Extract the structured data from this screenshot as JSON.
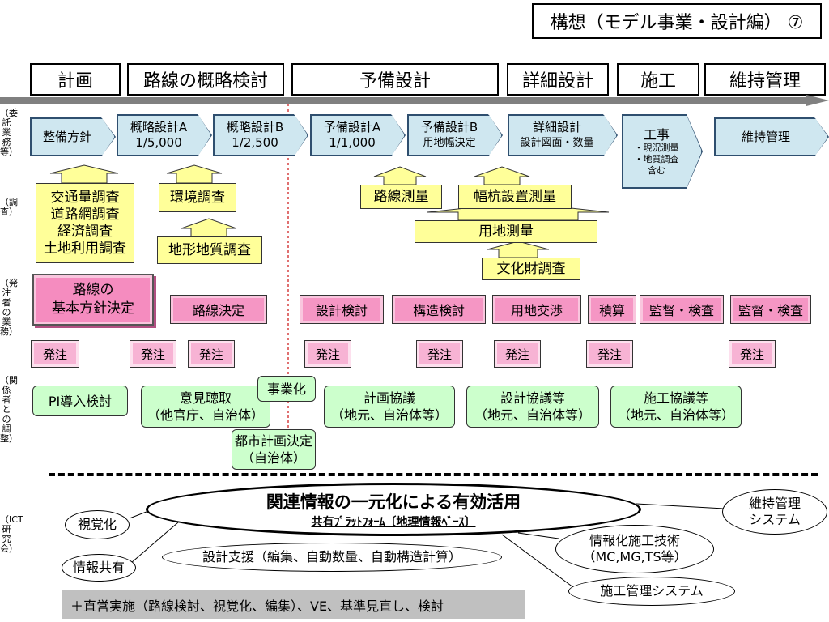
{
  "title": "構想（モデル事業・設計編） ⑦",
  "phases": [
    "計画",
    "路線の概略検討",
    "予備設計",
    "詳細設計",
    "施工",
    "維持管理"
  ],
  "row_labels": {
    "consign": "（委託業務等）",
    "survey": "（調査）",
    "orderer": "（発注者の業務）",
    "stakeholder": "（関係者との調整）",
    "ict": "（ICT研究会）"
  },
  "consign": {
    "seibi": "整備方針",
    "gaiA1": "概略設計A",
    "gaiA2": "1/5,000",
    "gaiB1": "概略設計B",
    "gaiB2": "1/2,500",
    "yoA1": "予備設計A",
    "yoA2": "1/1,000",
    "yoB1": "予備設計B",
    "yoB2": "用地幅決定",
    "sho1": "詳細設計",
    "sho2": "設計図面・数量",
    "koji1": "工事",
    "koji2": "・現況測量",
    "koji3": "・地質調査",
    "koji4": "含む",
    "iji": "維持管理"
  },
  "survey": {
    "traffic1": "交通量調査",
    "traffic2": "道路網調査",
    "traffic3": "経済調査",
    "traffic4": "土地利用調査",
    "env": "環境調査",
    "terrain": "地形地質調査",
    "route_survey": "路線測量",
    "stake": "幅杭設置測量",
    "land": "用地測量",
    "culture": "文化財調査"
  },
  "orderer": {
    "policy1": "路線の",
    "policy2": "基本方針決定",
    "route_decide": "路線決定",
    "design_review": "設計検討",
    "struct_review": "構造検討",
    "land_nego": "用地交渉",
    "estimate": "積算",
    "supervise1": "監督・検査",
    "supervise2": "監督・検査",
    "order_label": "発注"
  },
  "stakeholder": {
    "pi": "PI導入検討",
    "opinion1": "意見聴取",
    "opinion2": "（他官庁、自治体）",
    "project": "事業化",
    "city1": "都市計画決定",
    "city2": "（自治体）",
    "plan1": "計画協議",
    "plan2": "（地元、自治体等）",
    "design1": "設計協議等",
    "design2": "（地元、自治体等）",
    "const1": "施工協議等",
    "const2": "（地元、自治体等）"
  },
  "ict": {
    "main1": "関連情報の一元化による有効活用",
    "main2": "共有ﾌﾟﾗｯﾄﾌｫｰﾑ〔地理情報ﾍﾞｰｽ〕",
    "visual": "視覚化",
    "share": "情報共有",
    "design_support": "設計支援（編集、自動数量、自動構造計算）",
    "maint1": "維持管理",
    "maint2": "システム",
    "info1": "情報化施工技術",
    "info2": "（MC,MG,TS等）",
    "const_sys": "施工管理システム"
  },
  "bottom_note": "＋直営実施（路線検討、視覚化、編集）、VE、基準見直し、検討",
  "colors": {
    "timeline": "#808080",
    "consign": "#cfe7f0",
    "survey": "#ffff99",
    "orderer": "#f596c4",
    "stakeholder": "#ccffcc",
    "divider": "#e07070"
  }
}
